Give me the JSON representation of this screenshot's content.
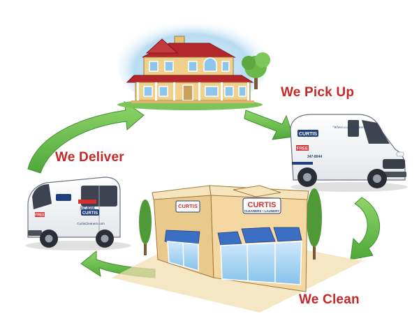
{
  "steps": {
    "pickup": "We Pick Up",
    "deliver": "We Deliver",
    "clean": "We Clean"
  },
  "brand": {
    "name": "CURTIS",
    "tagline": "CLEANERS • LAUNDRY",
    "slogan": "\"Where a smile matters\"",
    "badge": "FREE",
    "website": "CurtisCleaners.com",
    "phone": "347-8044"
  },
  "colors": {
    "label": "#c62828",
    "arrow": "#6abf4b",
    "arrow_dark": "#3f8f2f",
    "brand_red": "#d32f2f",
    "brand_navy": "#1f3f7a",
    "house_wall": "#f0d08a",
    "roof": "#b3262b",
    "awning": "#3b6fc4",
    "store_wall": "#f4d7a1"
  },
  "icons": [
    "house-illustration",
    "delivery-van-illustration",
    "storefront-illustration",
    "cycle-arrow-icon"
  ]
}
